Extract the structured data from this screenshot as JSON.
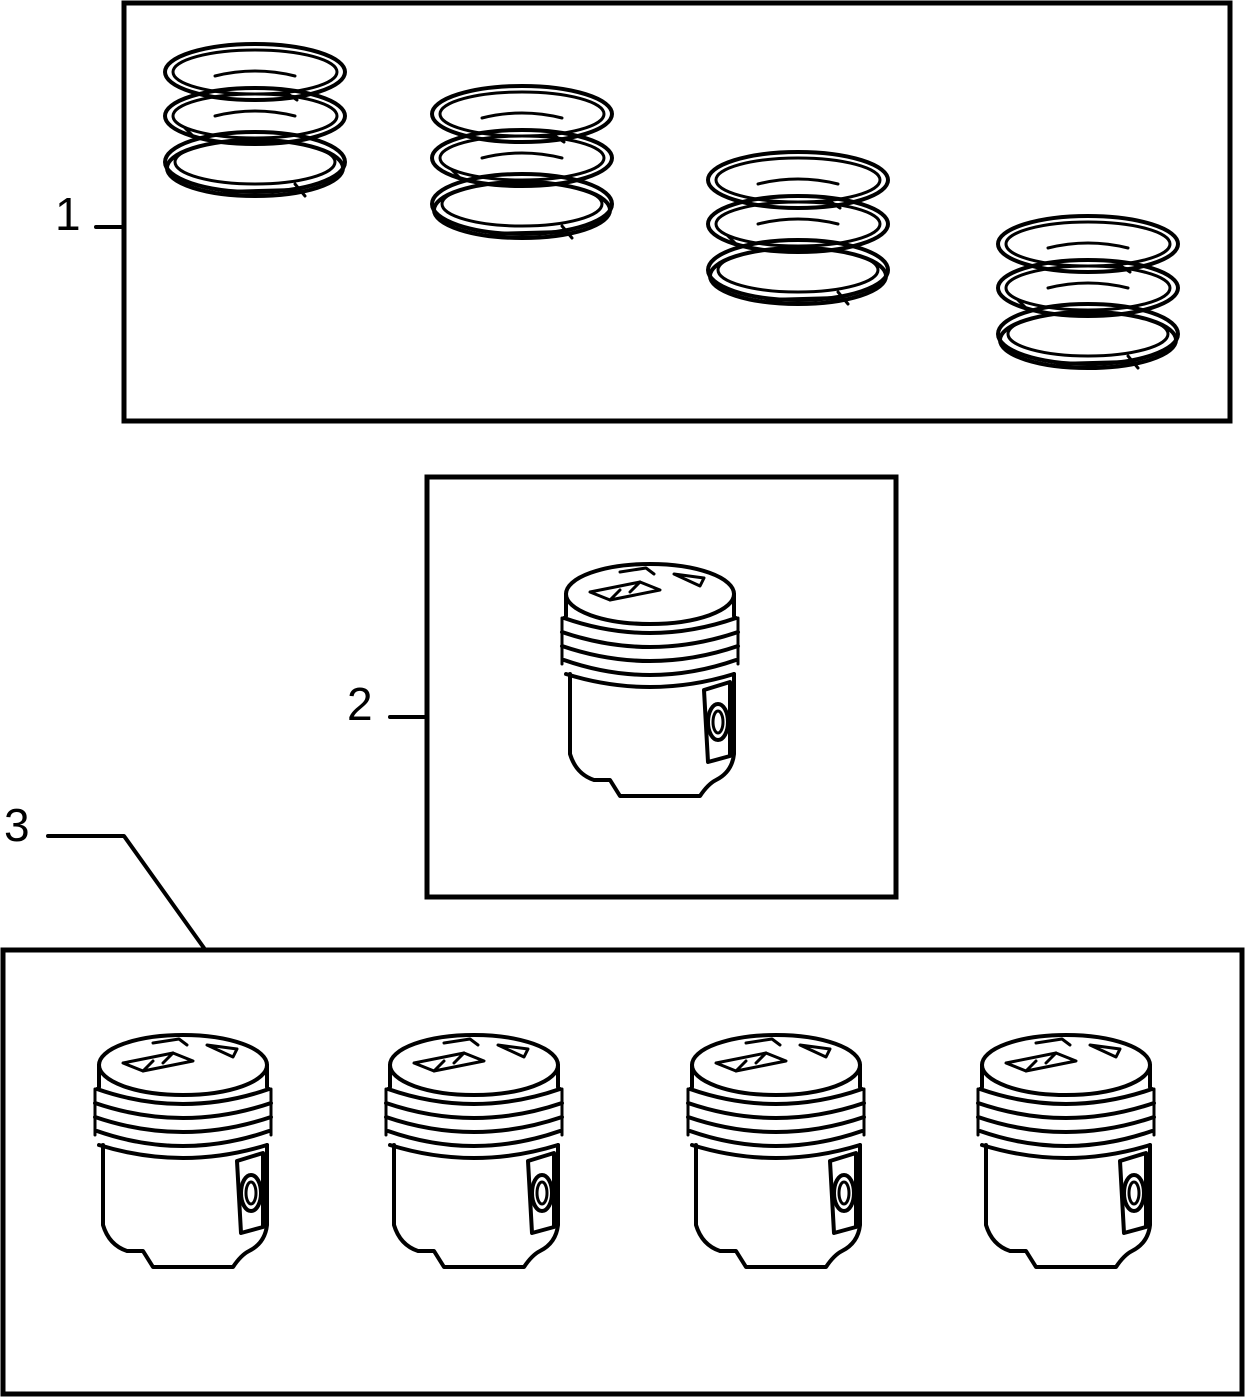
{
  "callouts": [
    {
      "id": "1",
      "label": "1"
    },
    {
      "id": "2",
      "label": "2"
    },
    {
      "id": "3",
      "label": "3"
    }
  ],
  "groups": {
    "piston_ring_sets": {
      "count": 4,
      "icon": "piston-ring-set-icon"
    },
    "single_piston": {
      "count": 1,
      "icon": "piston-icon"
    },
    "piston_set": {
      "count": 4,
      "icon": "piston-icon"
    }
  },
  "colors": {
    "line": "#000000",
    "background": "#ffffff"
  }
}
